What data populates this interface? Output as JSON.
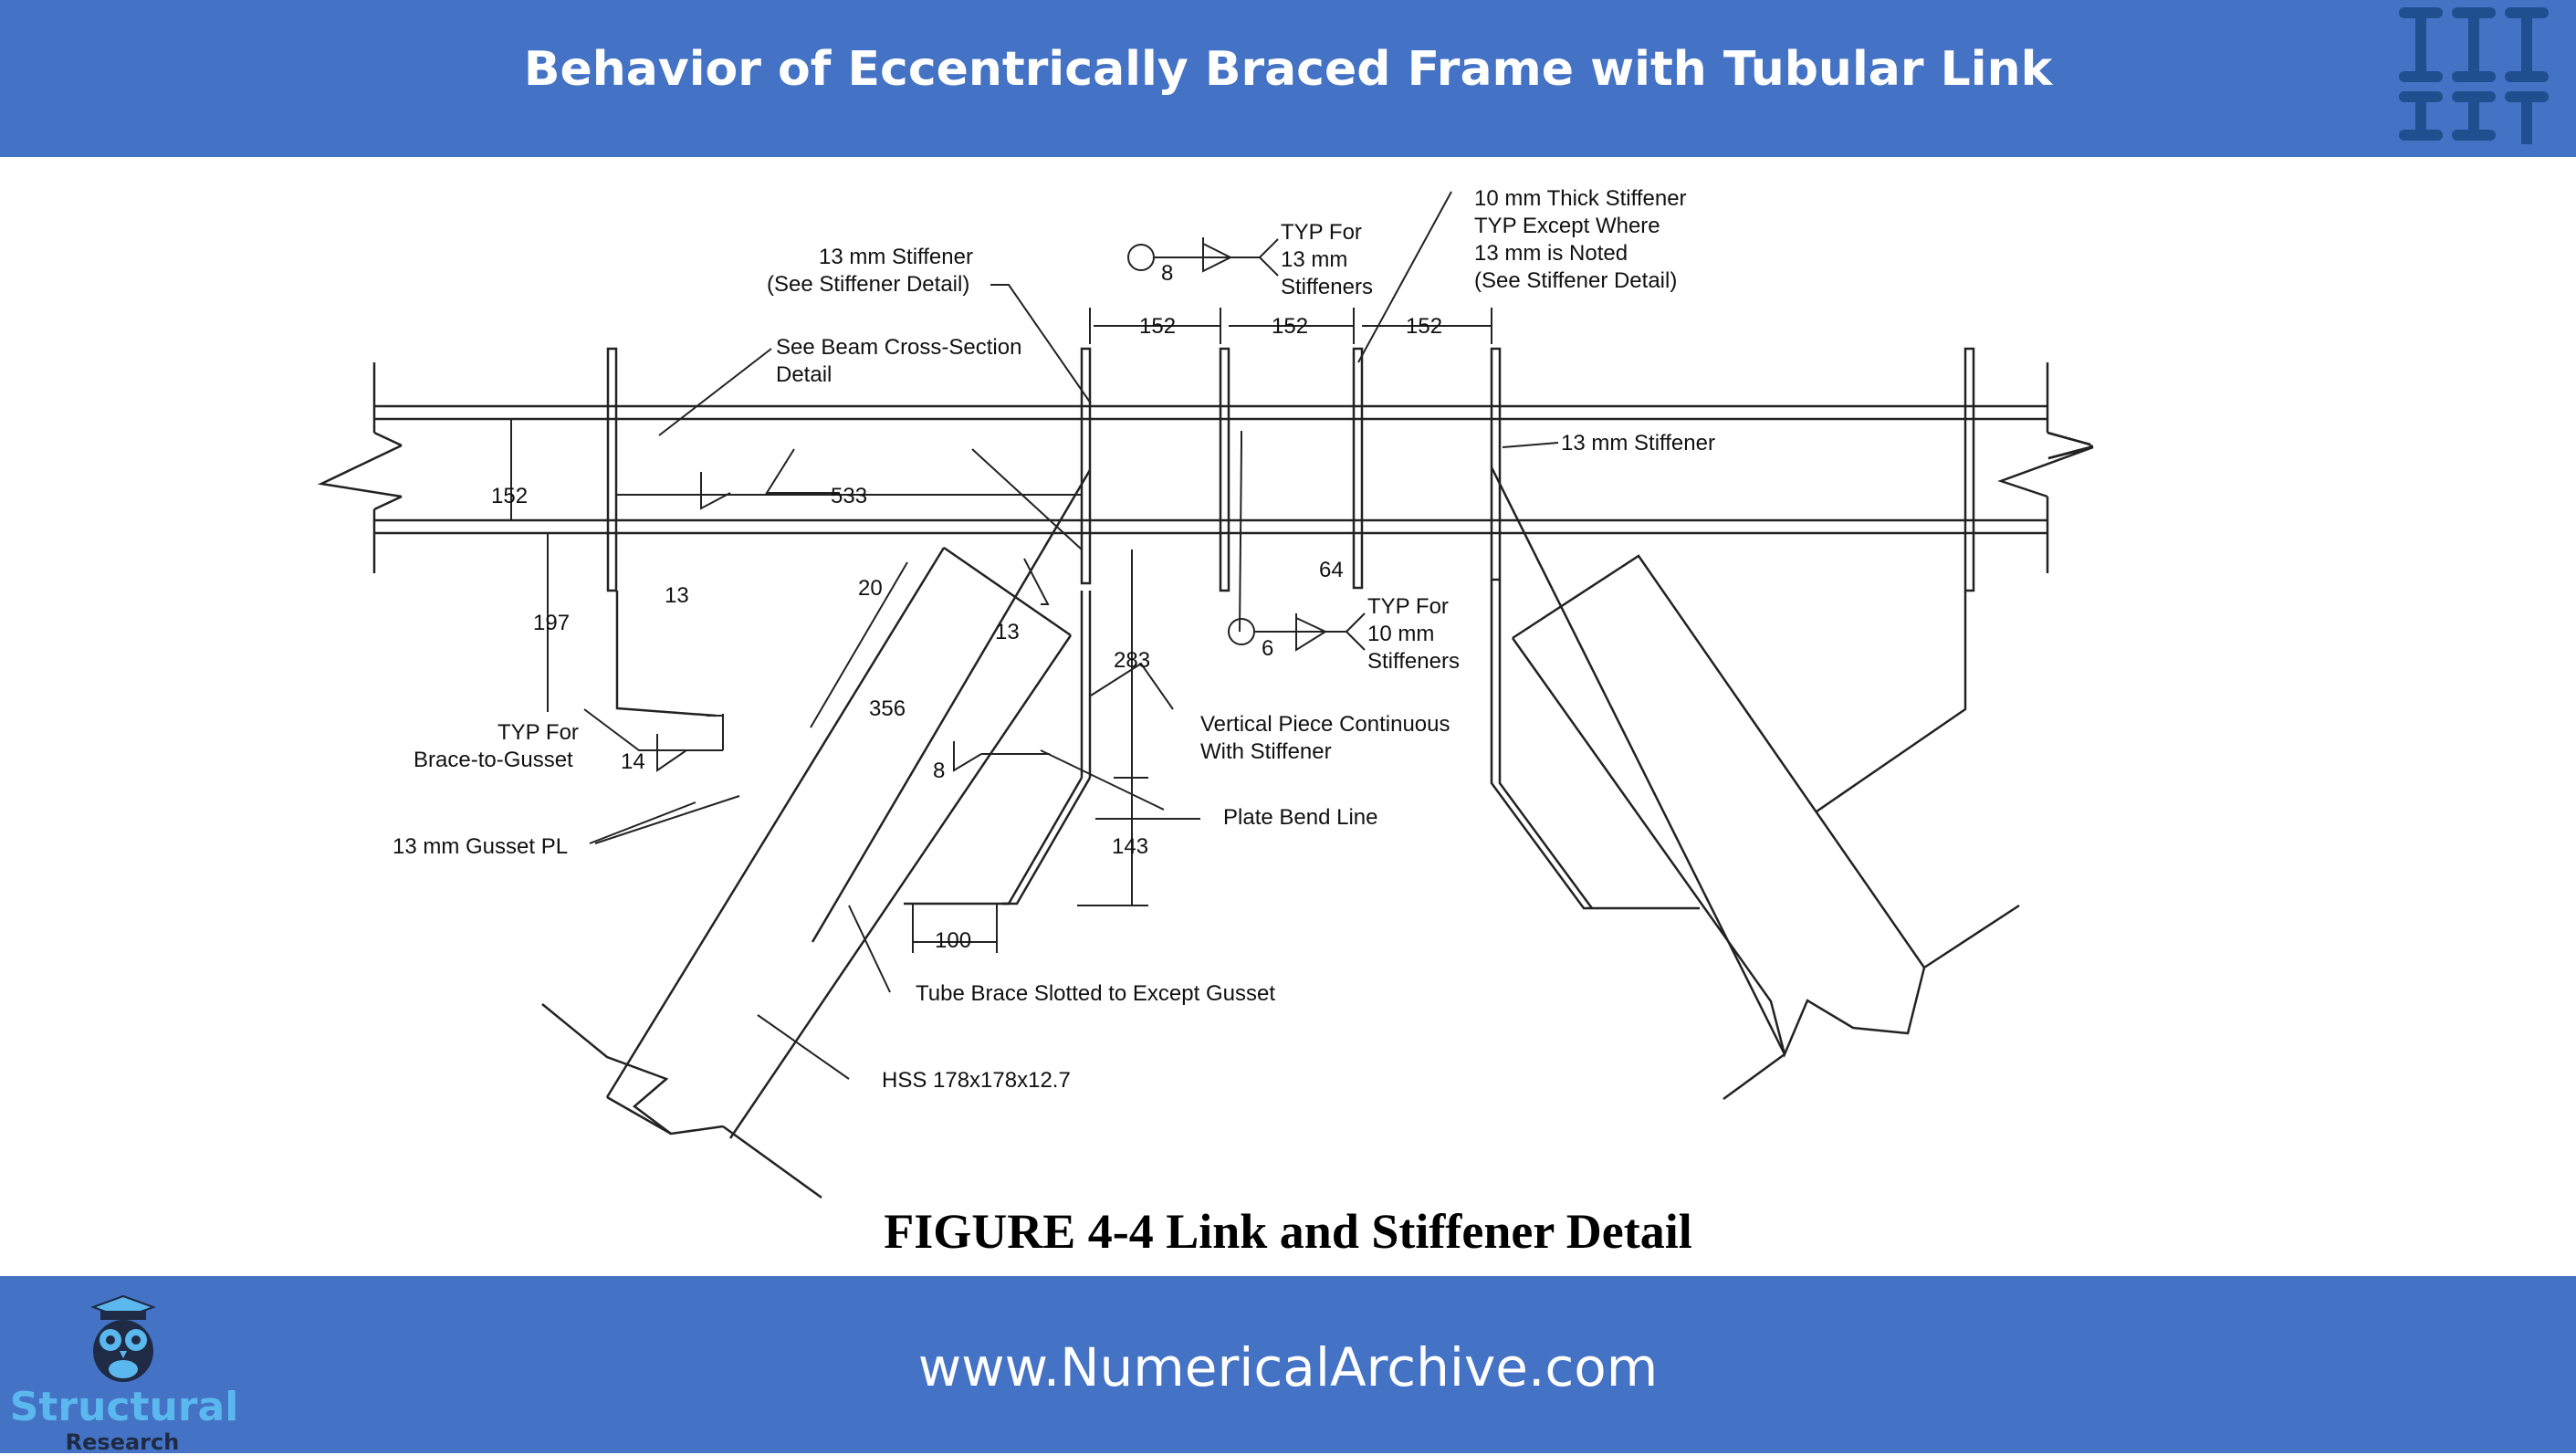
{
  "header": {
    "title": "Behavior of Eccentrically Braced Frame with Tubular Link"
  },
  "drawing": {
    "labels": {
      "stiffener_13_top": "13 mm Stiffener",
      "see_stiffener_detail_1": "(See Stiffener Detail)",
      "see_beam_cross_section": "See Beam Cross-Section",
      "detail": "Detail",
      "weld_8_top": "8",
      "typ_for_1": "TYP For",
      "mm_13": "13 mm",
      "stiffeners_1": "Stiffeners",
      "thick_stiffener_10": "10 mm Thick Stiffener",
      "typ_except_where": "TYP Except Where",
      "mm13_is_noted": "13 mm is Noted",
      "see_stiffener_detail_2": "(See Stiffener Detail)",
      "dim_152_a": "152",
      "dim_152_b": "152",
      "dim_152_c": "152",
      "stiffener_13_right": "13 mm Stiffener",
      "dim_152_depth": "152",
      "dim_533": "533",
      "weld_13": "13",
      "dim_20": "20",
      "dim_64": "64",
      "dim_197": "197",
      "weld_6": "6",
      "typ_for_2": "TYP For",
      "mm_10": "10 mm",
      "stiffeners_2": "Stiffeners",
      "dim_13_b": "13",
      "dim_283": "283",
      "dim_356": "356",
      "typ_for_3": "TYP For",
      "brace_to_gusset": "Brace-to-Gusset",
      "weld_14": "14",
      "vertical_piece": "Vertical Piece Continuous",
      "with_stiffener": "With Stiffener",
      "weld_8_low": "8",
      "plate_bend_line": "Plate Bend Line",
      "gusset_pl": "13 mm Gusset PL",
      "dim_143": "143",
      "dim_100": "100",
      "tube_brace_slotted": "Tube Brace Slotted to Except Gusset",
      "hss": "HSS 178x178x12.7"
    }
  },
  "figure": {
    "caption": "FIGURE 4-4 Link and Stiffener Detail"
  },
  "footer": {
    "url": "www.NumericalArchive.com",
    "brand_name": "Structural",
    "brand_sub": "Research"
  },
  "colors": {
    "banner": "#4472c4",
    "brand_text": "#5bb8ee"
  }
}
